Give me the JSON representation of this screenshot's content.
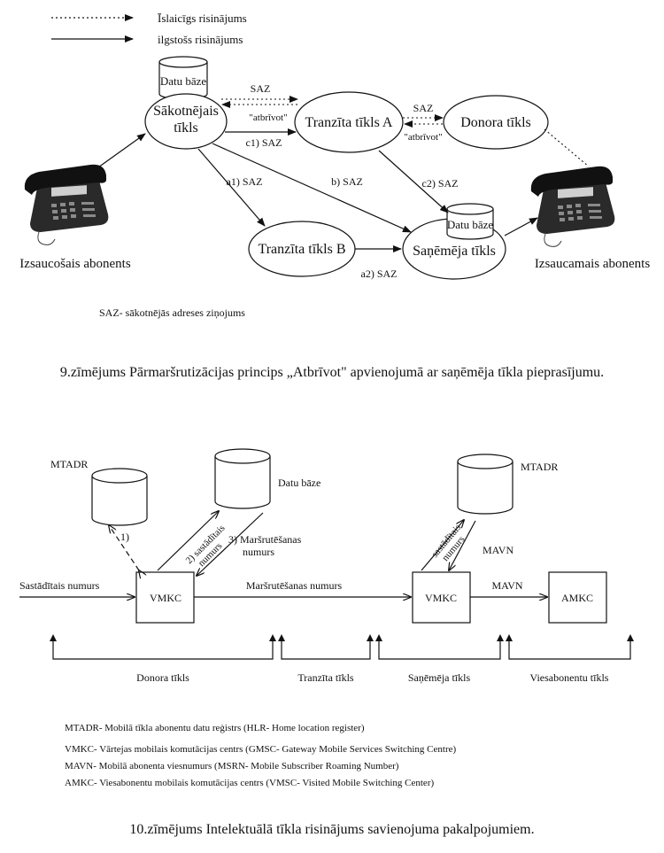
{
  "figure1": {
    "legend": {
      "temporary": "Īslaicīgs risinājums",
      "permanent": "ilgstošs risinājums"
    },
    "nodes": {
      "database_top": "Datu bāze",
      "originating_line1": "Sākotnējais",
      "originating_line2": "tīkls",
      "transit_a": "Tranzīta tīkls A",
      "donor": "Donora tīkls",
      "transit_b": "Tranzīta tīkls B",
      "recipient": "Saņēmēja tīkls",
      "database_recipient": "Datu bāze"
    },
    "edge_labels": {
      "saz_top": "SAZ",
      "release_left": "\"atbrīvot\"",
      "c1": "c1) SAZ",
      "saz_donor": "SAZ",
      "release_donor": "\"atbrīvot\"",
      "a1": "a1) SAZ",
      "b": "b) SAZ",
      "c2": "c2) SAZ",
      "a2": "a2) SAZ"
    },
    "callers": {
      "calling": "Izsaucošais abonents",
      "called": "Izsaucamais abonents"
    },
    "footnote": "SAZ- sākotnējās adreses ziņojums",
    "caption": "9.zīmējums Pārmaršrutizācijas princips „Atbrīvot\" apvienojumā ar saņēmēja tīkla pieprasījumu."
  },
  "figure2": {
    "db_labels": {
      "mtadr_left": "MTADR",
      "datu_baze": "Datu bāze",
      "mtadr_right": "MTADR"
    },
    "boxes": {
      "vmkc_left": "VMKC",
      "vmkc_right": "VMKC",
      "amkc": "AMKC"
    },
    "edge_labels": {
      "step1": "1)",
      "step2_line1": "2) sastādītais",
      "step2_line2": "numurs",
      "step3_line1": "3) Maršrutēšanas",
      "step3_line2": "numurs",
      "input": "Sastādītais numurs",
      "routing": "Maršrutēšanas numurs",
      "right_up_line1": "sastādītais",
      "right_up_line2": "numurs",
      "mavn_up": "MAVN",
      "mavn_right": "MAVN"
    },
    "segments": {
      "donor": "Donora tīkls",
      "transit": "Tranzīta tīkls",
      "recipient": "Saņēmēja tīkls",
      "roaming": "Viesabonentu tīkls"
    },
    "glossary": [
      "MTADR- Mobilā tīkla abonentu datu reģistrs (HLR- Home location register)",
      "VMKC- Vārtejas mobilais komutācijas centrs (GMSC- Gateway Mobile Services Switching Centre)",
      "MAVN- Mobilā abonenta viesnumurs (MSRN- Mobile Subscriber Roaming Number)",
      "AMKC- Viesabonentu mobilais komutācijas centrs (VMSC- Visited Mobile Switching Center)"
    ],
    "caption": "10.zīmējums Intelektuālā tīkla risinājums savienojuma pakalpojumiem."
  }
}
